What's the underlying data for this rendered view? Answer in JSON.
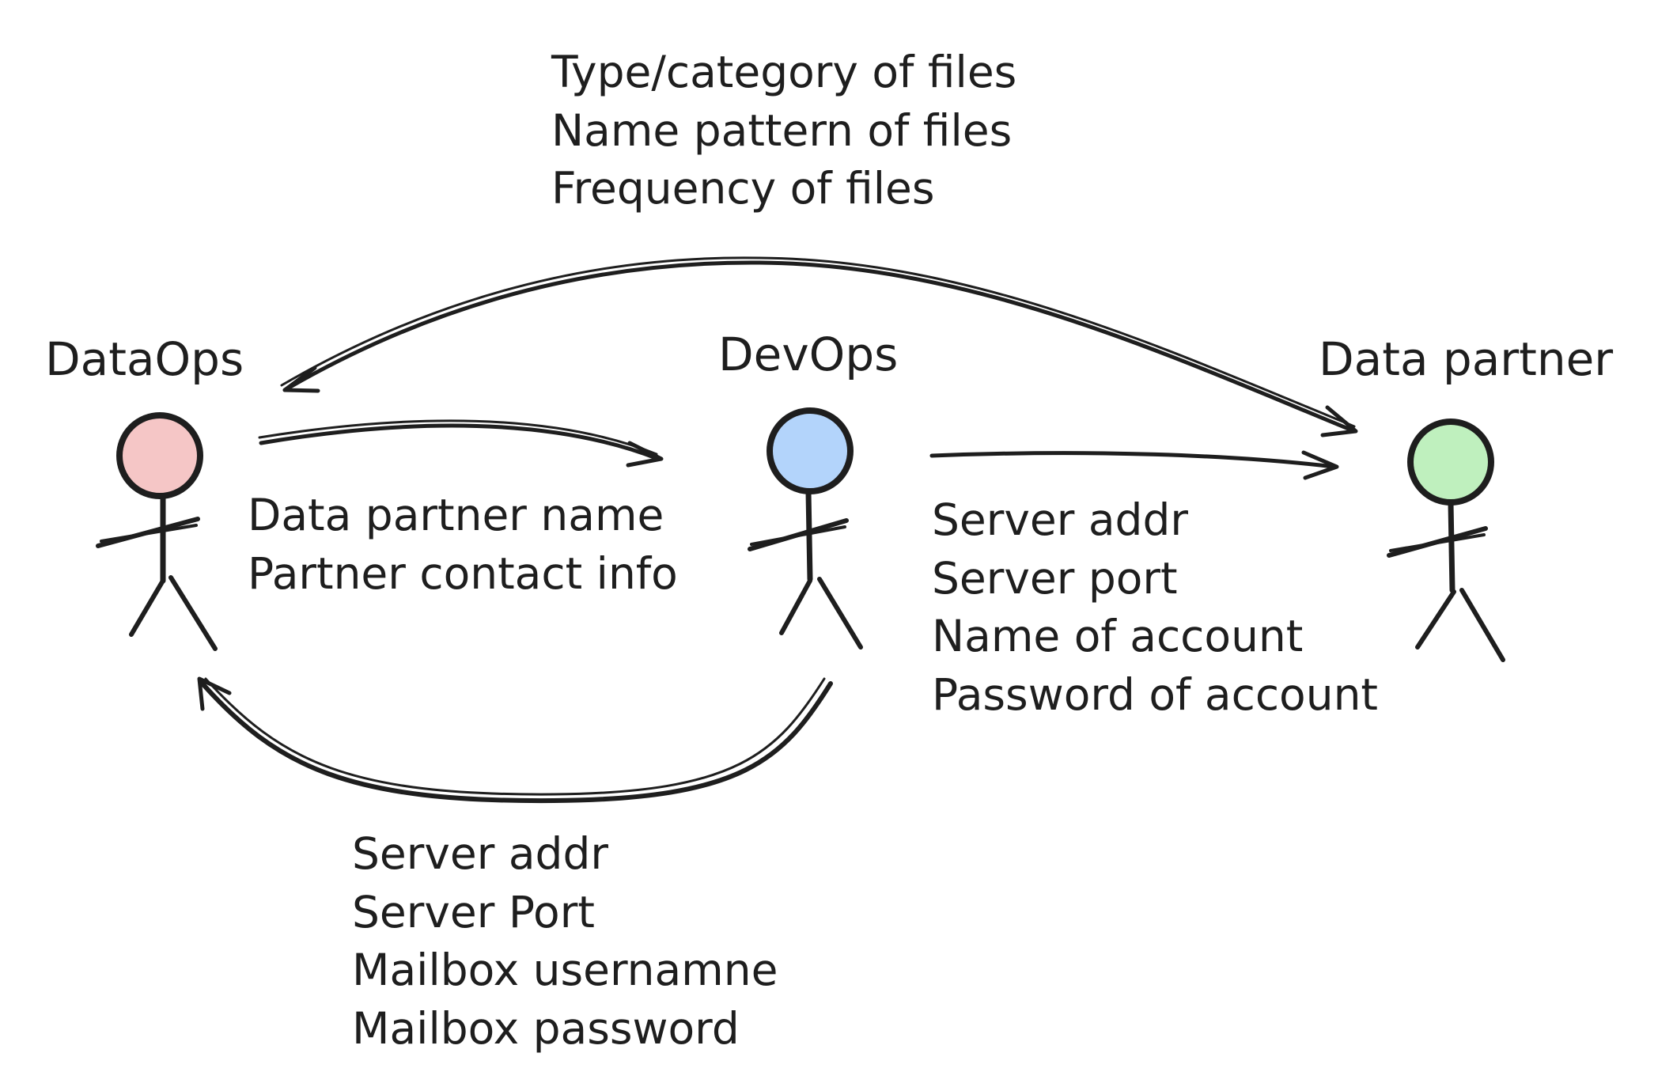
{
  "actors": [
    {
      "id": "dataops",
      "name": "DataOps",
      "color": "#f5c6c6"
    },
    {
      "id": "devops",
      "name": "DevOps",
      "color": "#b3d4fb"
    },
    {
      "id": "partner",
      "name": "Data partner",
      "color": "#bff0be"
    }
  ],
  "flows": {
    "dataops_to_partner": {
      "from": "DataOps",
      "to": "Data partner",
      "bidirectional": true,
      "lines": [
        "Type/category of files",
        "Name pattern of files",
        "Frequency of files"
      ]
    },
    "dataops_to_devops": {
      "from": "DataOps",
      "to": "DevOps",
      "lines": [
        "Data partner name",
        "Partner contact info"
      ]
    },
    "devops_to_partner": {
      "from": "DevOps",
      "to": "Data partner",
      "lines": [
        "Server addr",
        "Server port",
        "Name of account",
        "Password of account"
      ]
    },
    "devops_to_dataops": {
      "from": "DevOps",
      "to": "DataOps",
      "lines": [
        "Server addr",
        "Server Port",
        "Mailbox usernamne",
        "Mailbox password"
      ]
    }
  },
  "colors": {
    "ink": "#1e1e1e",
    "background": "#ffffff"
  }
}
